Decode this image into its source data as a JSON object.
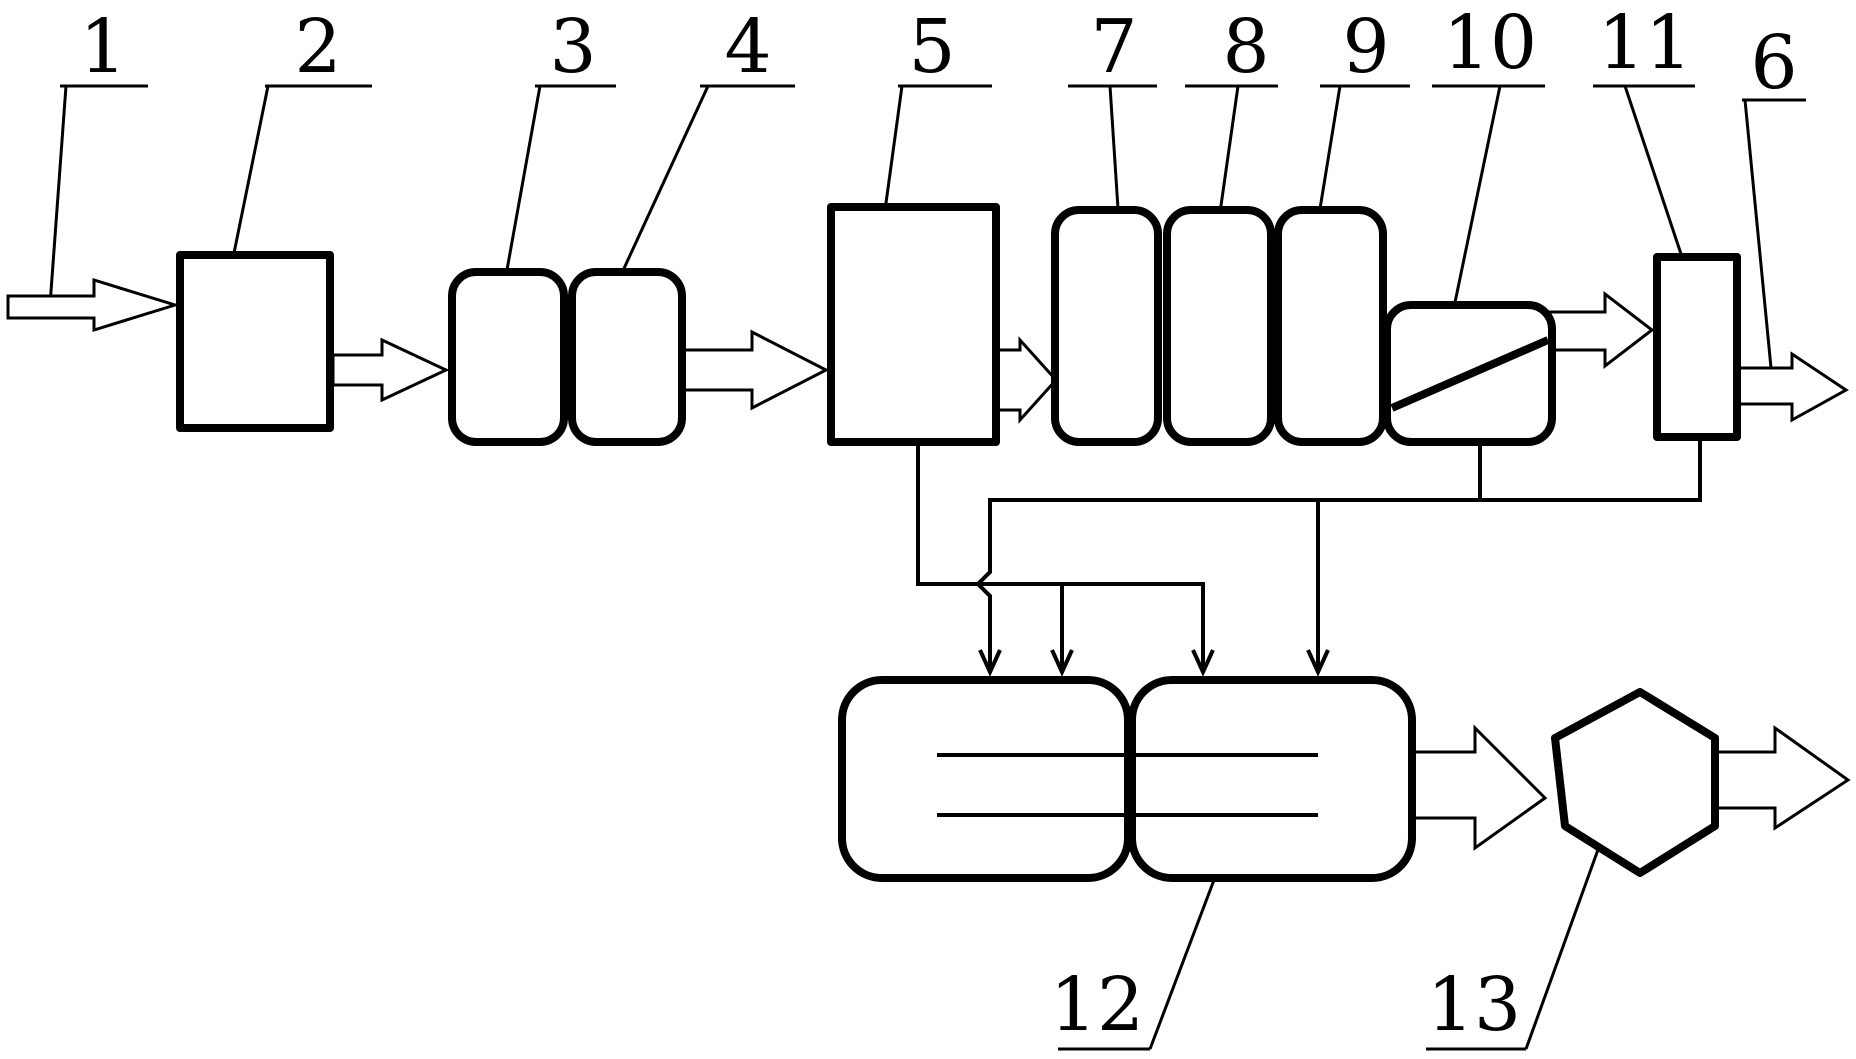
{
  "diagram": {
    "labels": {
      "l1": "1",
      "l2": "2",
      "l3": "3",
      "l4": "4",
      "l5": "5",
      "l6": "6",
      "l7": "7",
      "l8": "8",
      "l9": "9",
      "l10": "10",
      "l11": "11",
      "l12": "12",
      "l13": "13"
    },
    "stroke_color": "#000000",
    "fill_color": "#ffffff"
  }
}
